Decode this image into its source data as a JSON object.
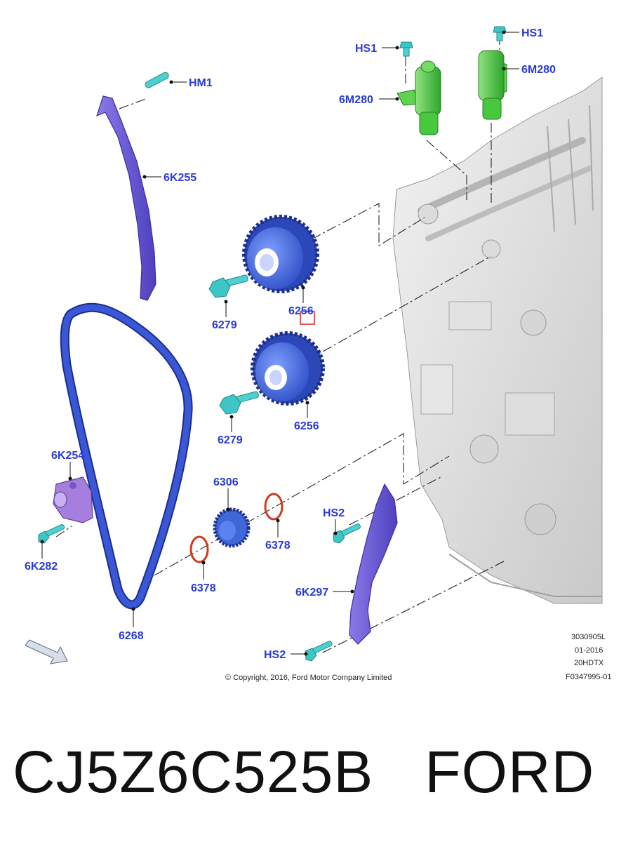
{
  "labels": {
    "hm1": "HM1",
    "k6255": "6K255",
    "hs1_left": "HS1",
    "hs1_right": "HS1",
    "m6280_left": "6M280",
    "m6280_right": "6M280",
    "p6256_top": "6256",
    "p6279_top": "6279",
    "p6256_bottom": "6256",
    "p6279_bottom": "6279",
    "k6254": "6K254",
    "k6282": "6K282",
    "p6306": "6306",
    "p6378_right": "6378",
    "p6378_left": "6378",
    "hs2_top": "HS2",
    "k6297": "6K297",
    "p6268": "6268",
    "hs2_bottom": "HS2"
  },
  "copyright": "© Copyright, 2016, Ford Motor Company Limited",
  "meta": [
    "3030905L",
    "01-2016",
    "20HDTX",
    "F0347995-01"
  ],
  "caption": {
    "part_number": "CJ5Z6C525B",
    "brand": "FORD"
  },
  "colors": {
    "label": "#2a3bd4",
    "guide": "#6a5ad6",
    "chain": "#3a57d6",
    "sprocket": "#3f67d8",
    "bolt": "#3ec6c6",
    "solenoid": "#44c43c",
    "oring": "#d03a1e",
    "tensioner": "#a67fde",
    "highlight": "#e02020"
  }
}
